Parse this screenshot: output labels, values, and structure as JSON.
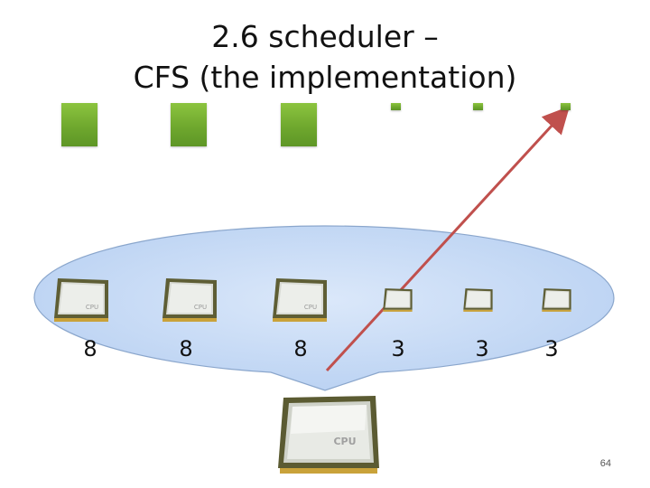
{
  "slide": {
    "title_line1": "2.6 scheduler –",
    "title_line2": "CFS (the implementation)",
    "page_number": "64"
  },
  "tasks": [
    {
      "weight": "8",
      "bar_size": "large"
    },
    {
      "weight": "8",
      "bar_size": "large"
    },
    {
      "weight": "8",
      "bar_size": "large"
    },
    {
      "weight": "3",
      "bar_size": "small"
    },
    {
      "weight": "3",
      "bar_size": "small"
    },
    {
      "weight": "3",
      "bar_size": "small"
    }
  ],
  "cpu_label": "CPU",
  "colors": {
    "bar_green": "#7ab735",
    "bubble_fill": "#c7dcf7",
    "bubble_stroke": "#8aa6cc",
    "arrow_red": "#c0504d",
    "chip_body": "#6b6b3a"
  }
}
